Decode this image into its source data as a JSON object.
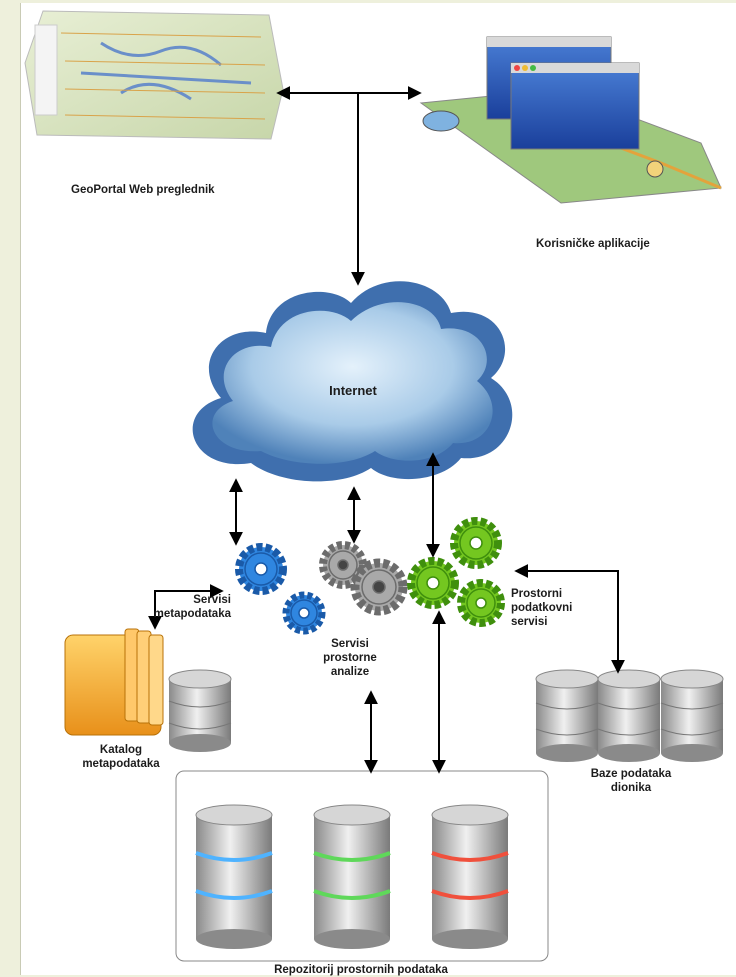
{
  "labels": {
    "geoportal": "GeoPortal Web preglednik",
    "user_apps": "Korisničke aplikacije",
    "internet": "Internet",
    "metadata_services": "Servisi metapodataka",
    "spatial_analysis": "Servisi prostorne analize",
    "spatial_data_services": "Prostorni podatkovni servisi",
    "metadata_catalog": "Katalog metapodataka",
    "stakeholder_db": "Baze podataka dionika",
    "repositories": "Repozitorij prostornih podataka"
  },
  "colors": {
    "background": "#eef0dc",
    "cloud": "#5d8fc6",
    "gear_blue": "#2b7fdb",
    "gear_grey": "#9a9a9a",
    "gear_green": "#6fc21b",
    "folder": "#f2a72a",
    "db_blue": "#4fb3ff",
    "db_green": "#5fd85a",
    "db_red": "#f0503c"
  },
  "icons": [
    "map-screenshot-icon",
    "app-windows-icon",
    "cloud-icon",
    "blue-gear-icon",
    "grey-gear-icon",
    "green-gear-icon",
    "folder-icon",
    "database-icon"
  ]
}
